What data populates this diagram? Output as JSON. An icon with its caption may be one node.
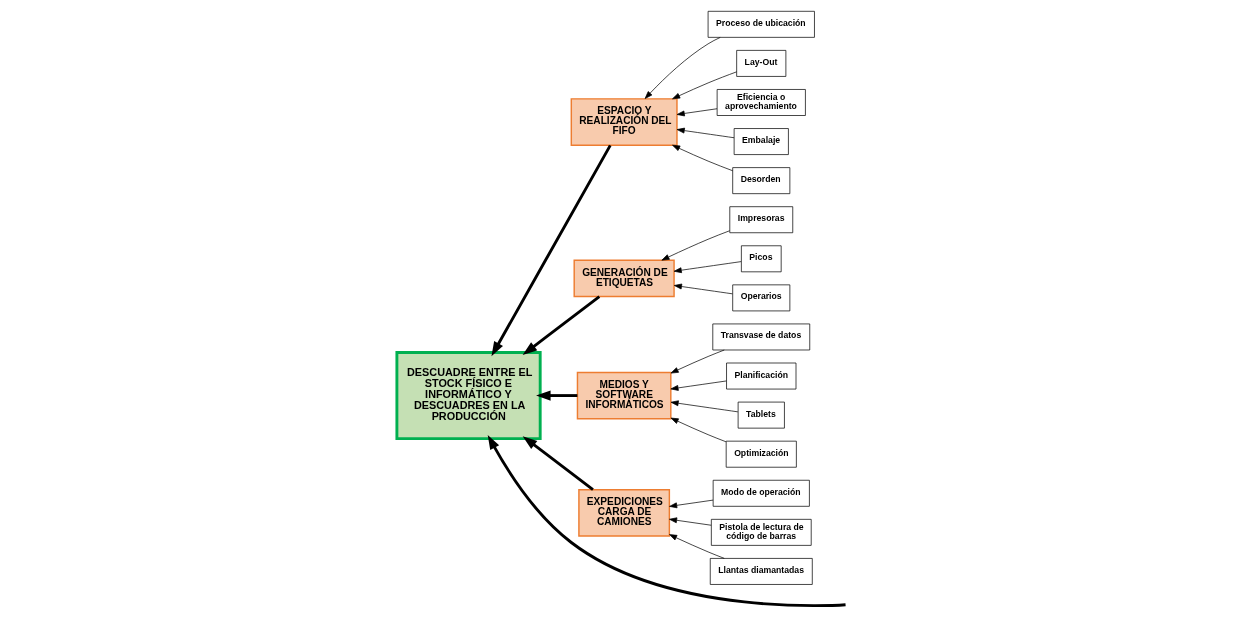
{
  "diagram": {
    "nodes": [
      {
        "text": [
          "DESCUADRE ENTRE EL STOCK FÍSICO E INFORMÁTICO Y DESCUADRES EN LA PRODUCCIÓN"
        ]
      },
      {
        "text": [
          "ESPACIO Y REALIZACIÓN DEL FIFO"
        ]
      },
      {
        "text": [
          "GENERACIÓN DE ETIQUETAS"
        ]
      },
      {
        "text": [
          "Proceso de ubicación"
        ]
      },
      {
        "text": [
          "Lay-Out"
        ]
      },
      {
        "text": [
          "Eficiencia o aprovechamiento"
        ]
      },
      {
        "text": [
          "Embalaje"
        ]
      },
      {
        "text": [
          "Desorden"
        ]
      },
      {
        "text": [
          "Impresoras"
        ]
      },
      {
        "text": [
          "Picos"
        ]
      },
      {
        "text": [
          "Operarios"
        ]
      },
      {
        "text": [
          "Transvase de datos"
        ]
      },
      {
        "text": [
          "Planificación"
        ]
      },
      {
        "text": [
          "Tablets"
        ]
      },
      {
        "text": [
          "Optimización"
        ]
      },
      {
        "text": [
          "Modo de operación"
        ]
      },
      {
        "text": [
          "Pistola de lectura de código de barras"
        ]
      },
      {
        "text": [
          "Llantas diamantadas"
        ]
      },
      {
        "text": [
          "MEDIOS Y SOFTWARE INFORMÁTICOS"
        ]
      },
      {
        "text": [
          "EXPEDICIONES CARGA DE CAMIONES"
        ]
      }
    ],
    "edges": [
      {
        "from": null,
        "to": 0,
        "arrow": "to",
        "style": "thick"
      },
      {
        "from": 1,
        "to": 0,
        "arrow": "to",
        "style": "thick"
      },
      {
        "from": 2,
        "to": 0,
        "arrow": "to",
        "style": "thick"
      },
      {
        "from": 18,
        "to": 0,
        "arrow": "to",
        "style": "thick"
      },
      {
        "from": 19,
        "to": 0,
        "arrow": "to",
        "style": "thick"
      },
      {
        "from": 3,
        "to": 1,
        "arrow": "to"
      },
      {
        "from": 4,
        "to": 1,
        "arrow": "to"
      },
      {
        "from": 5,
        "to": 1,
        "arrow": "to"
      },
      {
        "from": 6,
        "to": 1,
        "arrow": "to"
      },
      {
        "from": 7,
        "to": 1,
        "arrow": "to"
      },
      {
        "from": 8,
        "to": 2,
        "arrow": "to"
      },
      {
        "from": 9,
        "to": 2,
        "arrow": "to"
      },
      {
        "from": 10,
        "to": 2,
        "arrow": "to"
      },
      {
        "from": 11,
        "to": 18,
        "arrow": "to"
      },
      {
        "from": 12,
        "to": 18,
        "arrow": "to"
      },
      {
        "from": 13,
        "to": 18,
        "arrow": "to"
      },
      {
        "from": 14,
        "to": 18,
        "arrow": "to"
      },
      {
        "from": 15,
        "to": 19,
        "arrow": "to"
      },
      {
        "from": 16,
        "to": 19,
        "arrow": "to"
      },
      {
        "from": 17,
        "to": 19,
        "arrow": "to"
      }
    ]
  }
}
